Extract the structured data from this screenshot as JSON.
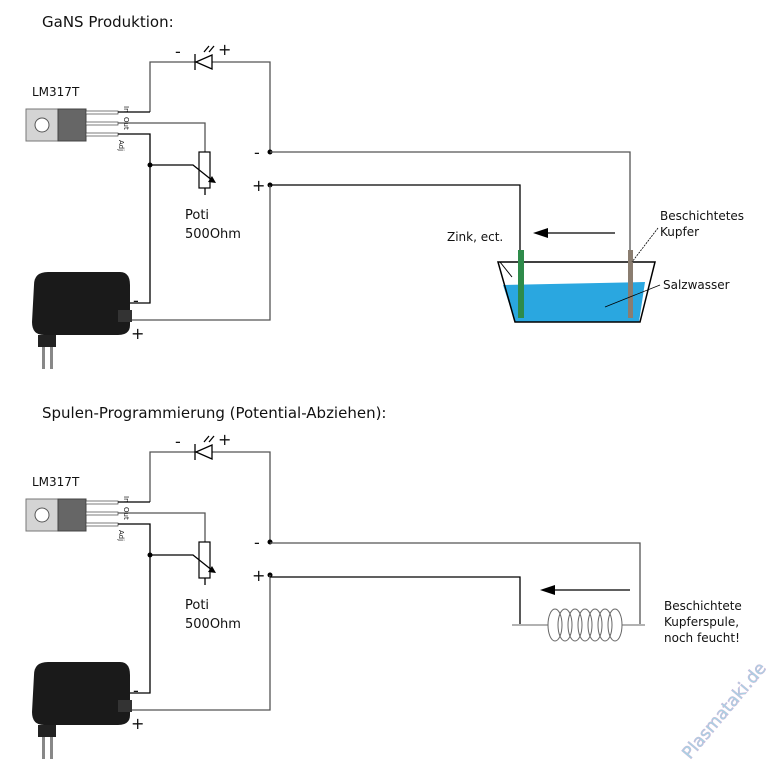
{
  "section1": {
    "title": "GaNS Produktion:",
    "regulator": "LM317T",
    "pin_in": "In",
    "pin_out": "Out",
    "pin_adj": "Adj",
    "pot_label": "Poti",
    "pot_value": "500Ohm",
    "led_minus": "-",
    "led_plus": "+",
    "out_minus": "-",
    "out_plus": "+",
    "psu_minus": "-",
    "psu_plus": "+",
    "electrode_left": "Zink, ect.",
    "electrode_right_1": "Beschichtetes",
    "electrode_right_2": "Kupfer",
    "liquid": "Salzwasser"
  },
  "section2": {
    "title": "Spulen-Programmierung (Potential-Abziehen):",
    "regulator": "LM317T",
    "pin_in": "In",
    "pin_out": "Out",
    "pin_adj": "Adj",
    "pot_label": "Poti",
    "pot_value": "500Ohm",
    "led_minus": "-",
    "led_plus": "+",
    "out_minus": "-",
    "out_plus": "+",
    "psu_minus": "-",
    "psu_plus": "+",
    "coil_1": "Beschichtete",
    "coil_2": "Kupferspule,",
    "coil_3": "noch feucht!"
  },
  "watermark": "Plasmataki.de",
  "colors": {
    "water": "#2aa7e0",
    "zinc": "#2e8b4a",
    "copper": "#8a7d70",
    "wire": "#555555"
  }
}
